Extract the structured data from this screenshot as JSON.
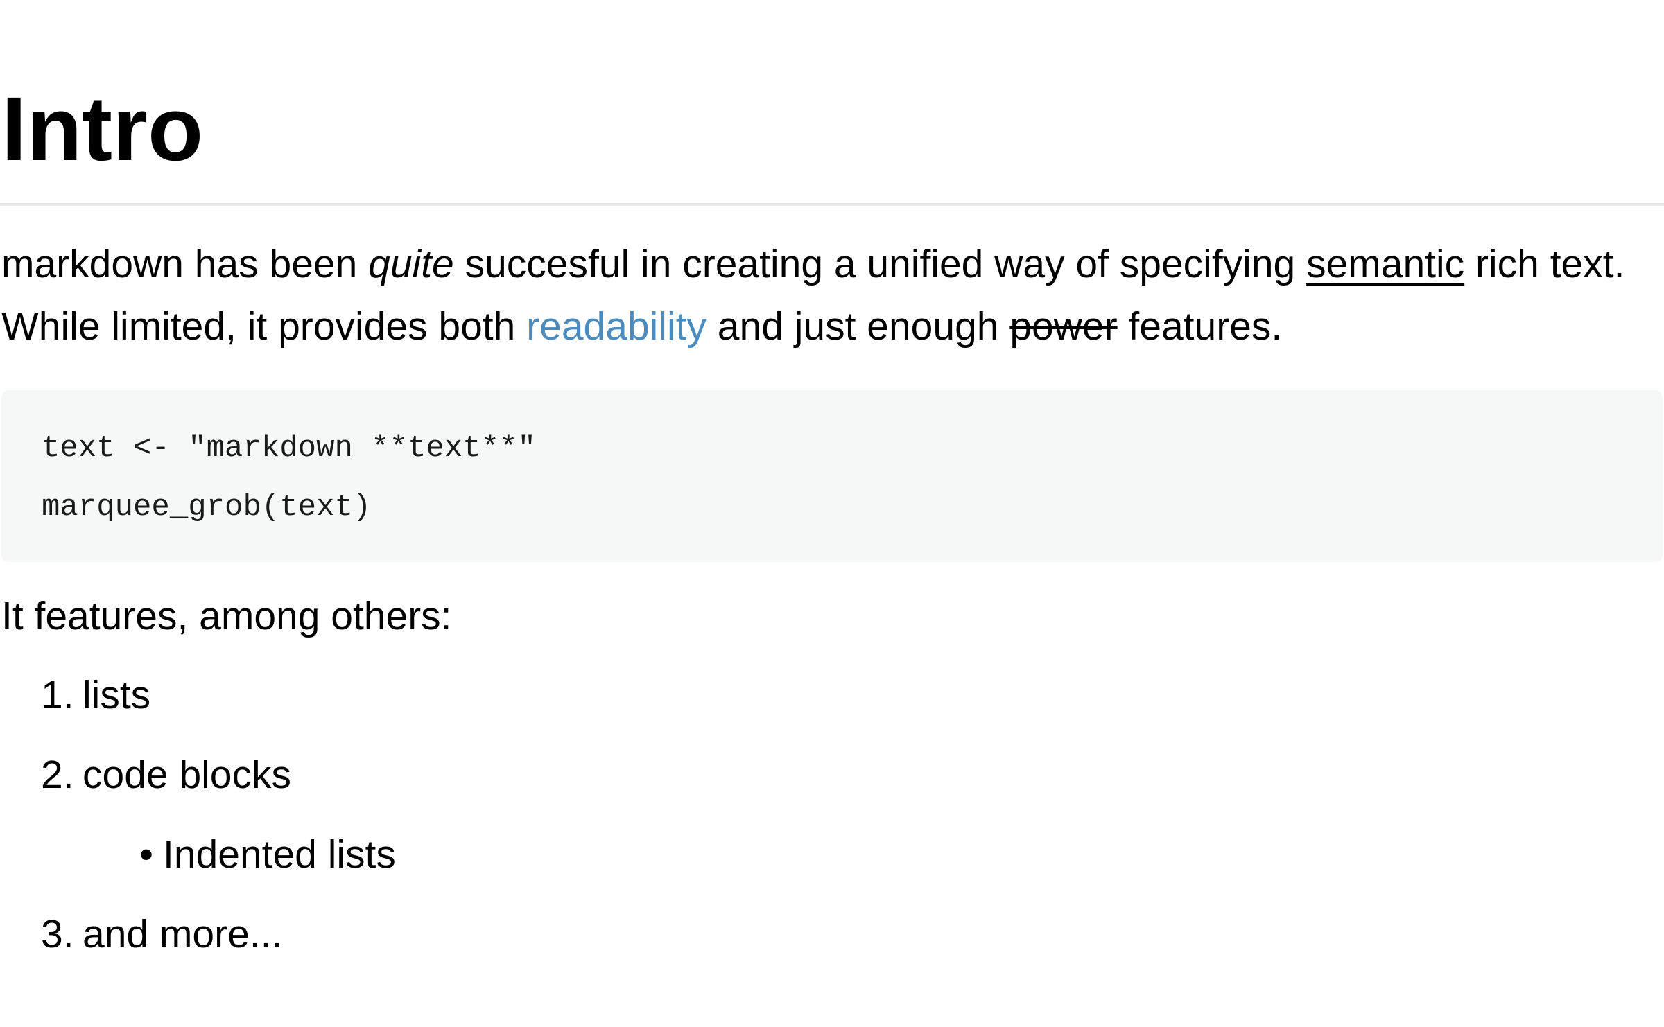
{
  "heading": {
    "title": "Intro"
  },
  "paragraph": {
    "segments": [
      {
        "text": "markdown has been ",
        "style": "plain"
      },
      {
        "text": "quite",
        "style": "italic"
      },
      {
        "text": " succesful in creating a unified way of specifying ",
        "style": "plain"
      },
      {
        "text": "semantic",
        "style": "underline"
      },
      {
        "text": " rich text.",
        "style": "plain"
      },
      {
        "text": "While limited, it provides both ",
        "style": "plain"
      },
      {
        "text": "readability",
        "style": "link"
      },
      {
        "text": " and just enough ",
        "style": "plain"
      },
      {
        "text": "power",
        "style": "strikethrough"
      },
      {
        "text": " features.",
        "style": "plain"
      }
    ]
  },
  "code_block": {
    "lines": [
      "text <- \"markdown **text**\"",
      "marquee_grob(text)"
    ]
  },
  "features_intro": "It features, among others:",
  "list": {
    "items": [
      {
        "marker": "1.",
        "label": "lists",
        "nested": false
      },
      {
        "marker": "2.",
        "label": "code blocks",
        "nested": false
      },
      {
        "marker": "•",
        "label": "Indented lists",
        "nested": true
      },
      {
        "marker": "3.",
        "label": "and more...",
        "nested": false
      }
    ]
  },
  "colors": {
    "text": "#000000",
    "link": "#4b8bbe",
    "code_background": "#f6f7f7",
    "code_text": "#1a1a1a",
    "divider": "#ebebeb",
    "page_background": "#ffffff"
  }
}
